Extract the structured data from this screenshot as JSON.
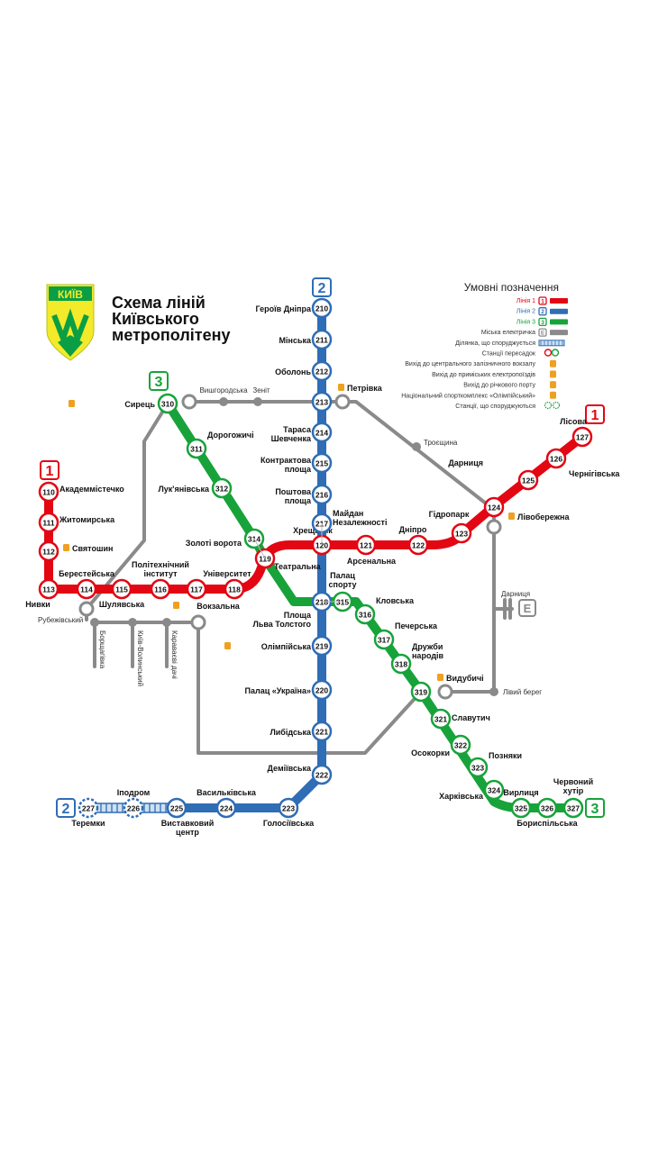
{
  "logo": {
    "city": "КИЇВ",
    "letter": "М"
  },
  "title": {
    "line1": "Схема ліній",
    "line2": "Київського",
    "line3": "метрополітену"
  },
  "colors": {
    "red": "#e30613",
    "blue": "#2f6db5",
    "green": "#17a33a",
    "gray": "#8a8a8a",
    "orange": "#f0a020",
    "logo_yellow": "#f3ea2a",
    "logo_green": "#0b9f45"
  },
  "legend": {
    "title": "Умовні позначення",
    "items": [
      {
        "label": "Лінія 1",
        "badge": "1",
        "kind": "red"
      },
      {
        "label": "Лінія 2",
        "badge": "2",
        "kind": "blue"
      },
      {
        "label": "Лінія 3",
        "badge": "3",
        "kind": "green"
      },
      {
        "label": "Міська електричка",
        "badge": "E",
        "kind": "gray"
      },
      {
        "label": "Ділянка, що споруджується",
        "badge": "",
        "kind": "hatch"
      },
      {
        "label": "Станції пересадок",
        "badge": "",
        "kind": "transfer"
      },
      {
        "label": "Вихід до центрального залізничного вокзалу",
        "badge": "",
        "kind": "orange"
      },
      {
        "label": "Вихід до приміських електропоїздів",
        "badge": "",
        "kind": "orange"
      },
      {
        "label": "Вихід до річкового порту",
        "badge": "",
        "kind": "orange"
      },
      {
        "label": "Національний спорткомплекс «Олімпійський»",
        "badge": "",
        "kind": "orange"
      },
      {
        "label": "Станції, що споруджуються",
        "badge": "",
        "kind": "dashed"
      }
    ]
  },
  "line_badges": [
    {
      "text": "1",
      "kind": "red",
      "at": "left"
    },
    {
      "text": "1",
      "kind": "red",
      "at": "right"
    },
    {
      "text": "2",
      "kind": "blue",
      "at": "top"
    },
    {
      "text": "2",
      "kind": "blue",
      "at": "bottom"
    },
    {
      "text": "3",
      "kind": "green",
      "at": "top"
    },
    {
      "text": "3",
      "kind": "green",
      "at": "bottom"
    },
    {
      "text": "E",
      "kind": "gray",
      "at": "right"
    }
  ],
  "stations": {
    "s110": {
      "num": "110",
      "name": "Академмістечко"
    },
    "s111": {
      "num": "111",
      "name": "Житомирська"
    },
    "s112": {
      "num": "112",
      "name": "Святошин"
    },
    "s113": {
      "num": "113",
      "name": "Нивки"
    },
    "s114": {
      "num": "114",
      "name": "Берестейська"
    },
    "s115": {
      "num": "115",
      "name": "Шулявська"
    },
    "s116": {
      "num": "116",
      "name1": "Політехнічний",
      "name2": "інститут"
    },
    "s117": {
      "num": "117",
      "name": "Вокзальна"
    },
    "s118": {
      "num": "118",
      "name": "Університет"
    },
    "s119": {
      "num": "119",
      "name": "Театральна"
    },
    "s120": {
      "num": "120",
      "name": "Хрещатик"
    },
    "s121": {
      "num": "121",
      "name": "Арсенальна"
    },
    "s122": {
      "num": "122",
      "name": "Дніпро"
    },
    "s123": {
      "num": "123",
      "name": "Гідропарк"
    },
    "s124": {
      "num": "124",
      "name": "Лівобережна"
    },
    "s125": {
      "num": "125",
      "name": "Дарниця"
    },
    "s126": {
      "num": "126",
      "name": "Чернігівська"
    },
    "s127": {
      "num": "127",
      "name": "Лісова"
    },
    "s210": {
      "num": "210",
      "name": "Героїв Дніпра"
    },
    "s211": {
      "num": "211",
      "name": "Мінська"
    },
    "s212": {
      "num": "212",
      "name": "Оболонь"
    },
    "s213": {
      "num": "213",
      "name": "Петрівка"
    },
    "s214": {
      "num": "214",
      "name1": "Тараса",
      "name2": "Шевченка"
    },
    "s215": {
      "num": "215",
      "name1": "Контрактова",
      "name2": "площа"
    },
    "s216": {
      "num": "216",
      "name1": "Поштова",
      "name2": "площа"
    },
    "s217": {
      "num": "217",
      "name1": "Майдан",
      "name2": "Незалежності"
    },
    "s218": {
      "num": "218",
      "name1": "Площа",
      "name2": "Льва Толстого"
    },
    "s219": {
      "num": "219",
      "name": "Олімпійська"
    },
    "s220": {
      "num": "220",
      "name": "Палац «Україна»"
    },
    "s221": {
      "num": "221",
      "name": "Либідська"
    },
    "s222": {
      "num": "222",
      "name": "Деміївська"
    },
    "s223": {
      "num": "223",
      "name": "Голосіївська"
    },
    "s224": {
      "num": "224",
      "name": "Васильківська"
    },
    "s225": {
      "num": "225",
      "name1": "Виставковий",
      "name2": "центр"
    },
    "s226": {
      "num": "226",
      "name": "Іподром"
    },
    "s227": {
      "num": "227",
      "name": "Теремки"
    },
    "s310": {
      "num": "310",
      "name": "Сирець"
    },
    "s311": {
      "num": "311",
      "name": "Дорогожичі"
    },
    "s312": {
      "num": "312",
      "name": "Лук'янівська"
    },
    "s314": {
      "num": "314",
      "name": "Золоті ворота"
    },
    "s315": {
      "num": "315",
      "name1": "Палац",
      "name2": "спорту"
    },
    "s316": {
      "num": "316",
      "name": "Кловська"
    },
    "s317": {
      "num": "317",
      "name": "Печерська"
    },
    "s318": {
      "num": "318",
      "name1": "Дружби",
      "name2": "народів"
    },
    "s319": {
      "num": "319",
      "name": "Видубичі"
    },
    "s321": {
      "num": "321",
      "name": "Славутич"
    },
    "s322": {
      "num": "322",
      "name": "Осокорки"
    },
    "s323": {
      "num": "323",
      "name": "Позняки"
    },
    "s324": {
      "num": "324",
      "name": "Харківська"
    },
    "s325": {
      "num": "325",
      "name": "Вирлиця"
    },
    "s326": {
      "num": "326",
      "name": "Бориспільська"
    },
    "s327": {
      "num": "327",
      "name1": "Червоний",
      "name2": "хутір"
    }
  },
  "rail_stations": {
    "vyshhorodska": "Вишгородська",
    "zenit": "Зеніт",
    "troieshchyna": "Троєщина",
    "darnytsia": "Дарниця",
    "livyi_bereh": "Лівий берег",
    "rubezhivskyi": "Рубежівський",
    "borshchahivka": "Борщагівка",
    "kyiv_volynskyi": "Київ-Волинський",
    "karavaievi_dachi": "Караваєві дачі"
  }
}
